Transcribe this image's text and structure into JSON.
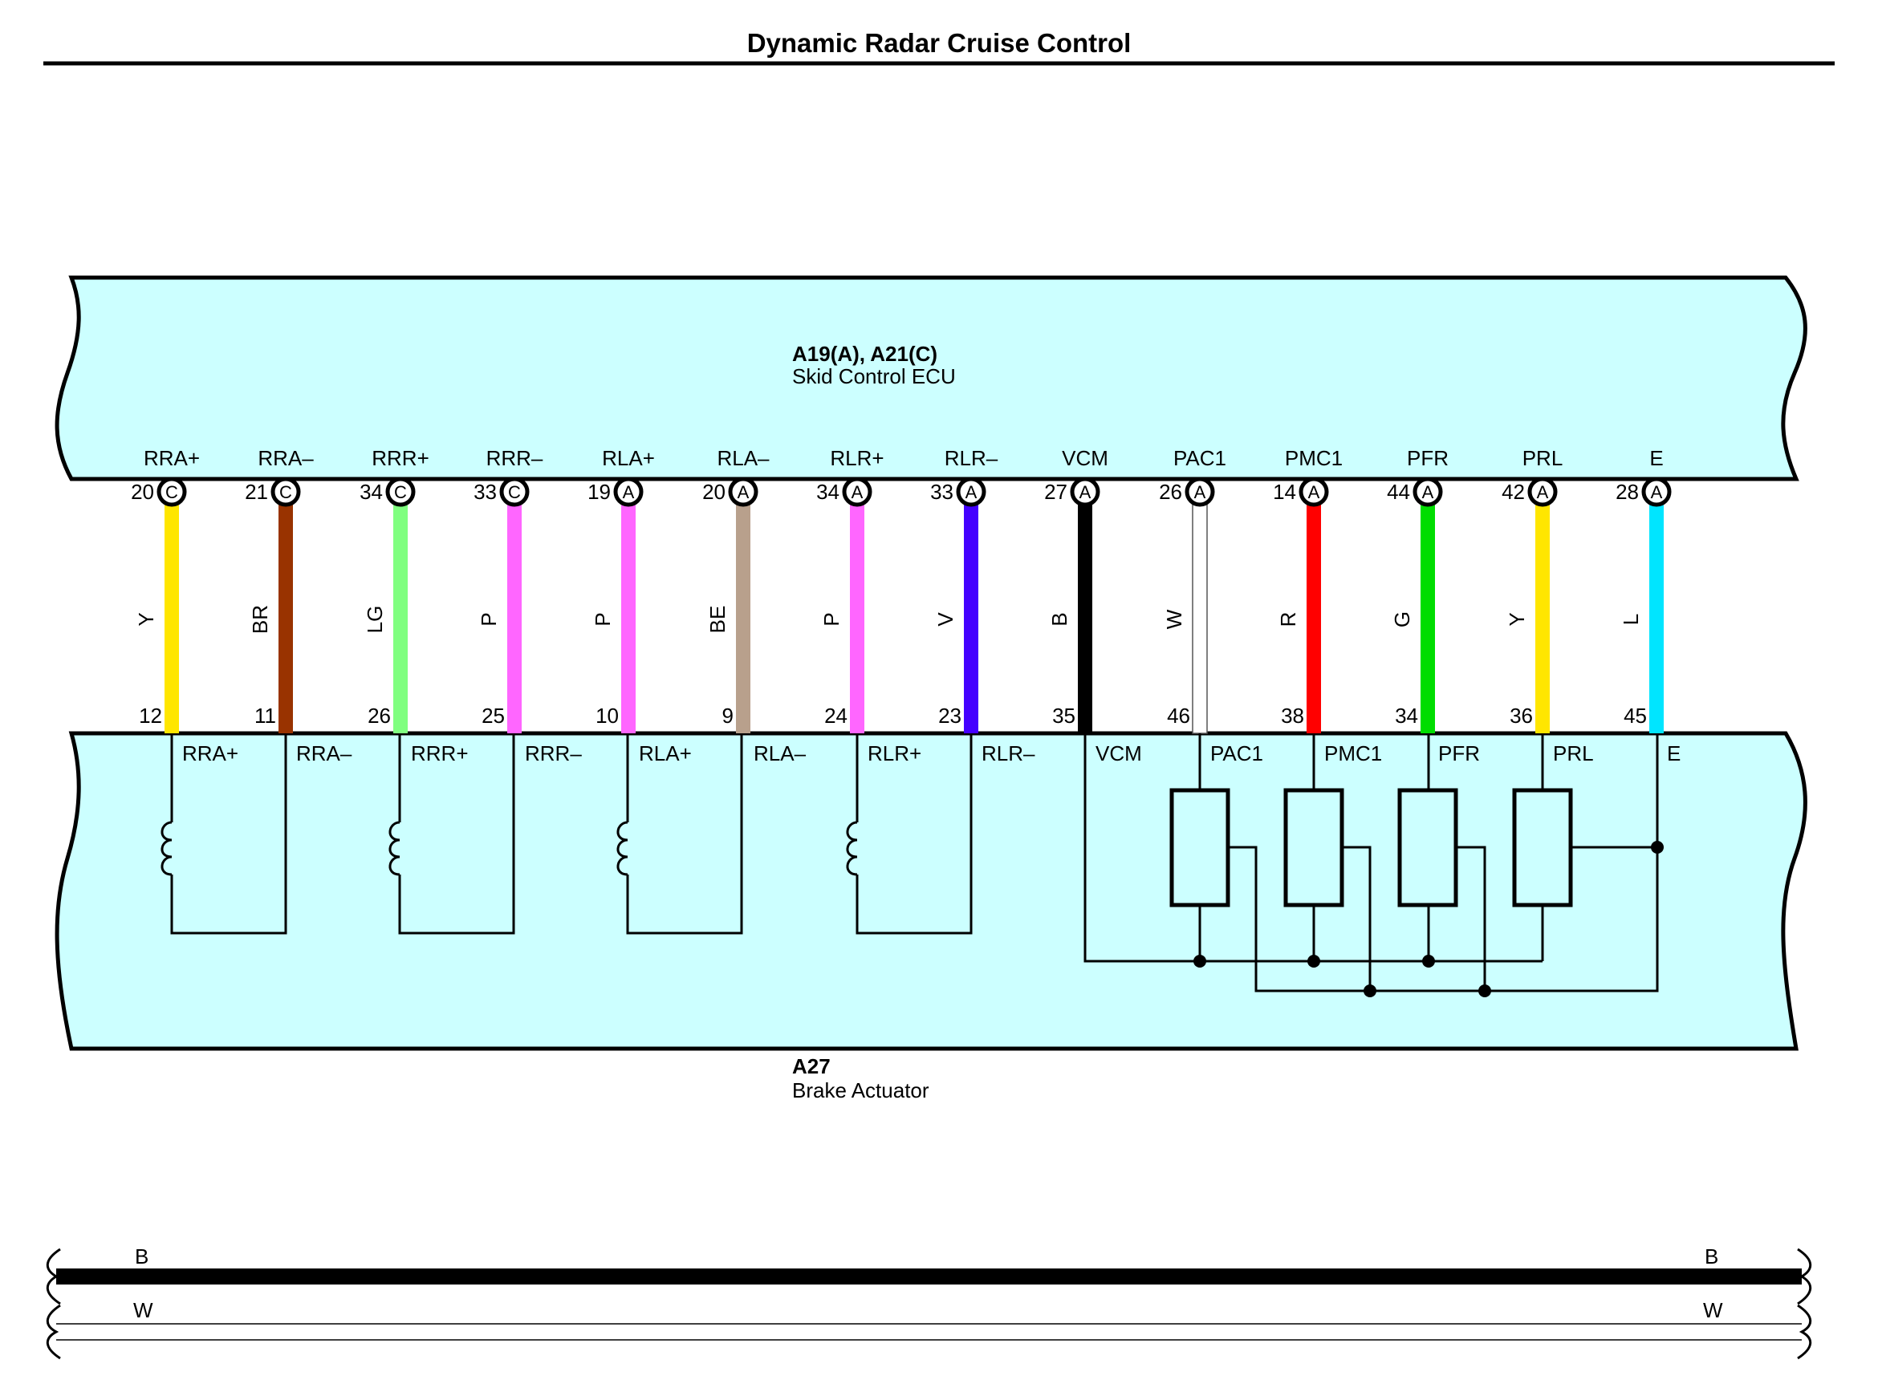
{
  "title": "Dynamic Radar Cruise Control",
  "ecu": {
    "code": "A19(A), A21(C)",
    "name": "Skid Control ECU"
  },
  "actuator": {
    "code": "A27",
    "name": "Brake Actuator"
  },
  "wires": [
    {
      "ecu_term": "RRA+",
      "conn": "C",
      "ecu_pin": "20",
      "color_code": "Y",
      "color": "#ffe600",
      "act_pin": "12",
      "act_term": "RRA+"
    },
    {
      "ecu_term": "RRA–",
      "conn": "C",
      "ecu_pin": "21",
      "color_code": "BR",
      "color": "#993300",
      "act_pin": "11",
      "act_term": "RRA–"
    },
    {
      "ecu_term": "RRR+",
      "conn": "C",
      "ecu_pin": "34",
      "color_code": "LG",
      "color": "#80ff80",
      "act_pin": "26",
      "act_term": "RRR+"
    },
    {
      "ecu_term": "RRR–",
      "conn": "C",
      "ecu_pin": "33",
      "color_code": "P",
      "color": "#ff66ff",
      "act_pin": "25",
      "act_term": "RRR–"
    },
    {
      "ecu_term": "RLA+",
      "conn": "A",
      "ecu_pin": "19",
      "color_code": "P",
      "color": "#ff66ff",
      "act_pin": "10",
      "act_term": "RLA+"
    },
    {
      "ecu_term": "RLA–",
      "conn": "A",
      "ecu_pin": "20",
      "color_code": "BE",
      "color": "#b8a08c",
      "act_pin": "9",
      "act_term": "RLA–"
    },
    {
      "ecu_term": "RLR+",
      "conn": "A",
      "ecu_pin": "34",
      "color_code": "P",
      "color": "#ff66ff",
      "act_pin": "24",
      "act_term": "RLR+"
    },
    {
      "ecu_term": "RLR–",
      "conn": "A",
      "ecu_pin": "33",
      "color_code": "V",
      "color": "#4400ff",
      "act_pin": "23",
      "act_term": "RLR–"
    },
    {
      "ecu_term": "VCM",
      "conn": "A",
      "ecu_pin": "27",
      "color_code": "B",
      "color": "#000000",
      "act_pin": "35",
      "act_term": "VCM"
    },
    {
      "ecu_term": "PAC1",
      "conn": "A",
      "ecu_pin": "26",
      "color_code": "W",
      "color": "#ffffff",
      "act_pin": "46",
      "act_term": "PAC1"
    },
    {
      "ecu_term": "PMC1",
      "conn": "A",
      "ecu_pin": "14",
      "color_code": "R",
      "color": "#ff0000",
      "act_pin": "38",
      "act_term": "PMC1"
    },
    {
      "ecu_term": "PFR",
      "conn": "A",
      "ecu_pin": "44",
      "color_code": "G",
      "color": "#00dd00",
      "act_pin": "34",
      "act_term": "PFR"
    },
    {
      "ecu_term": "PRL",
      "conn": "A",
      "ecu_pin": "42",
      "color_code": "Y",
      "color": "#ffe600",
      "act_pin": "36",
      "act_term": "PRL"
    },
    {
      "ecu_term": "E",
      "conn": "A",
      "ecu_pin": "28",
      "color_code": "L",
      "color": "#00e5ff",
      "act_pin": "45",
      "act_term": "E"
    }
  ],
  "legend": {
    "line_b": {
      "label_left": "B",
      "label_right": "B"
    },
    "line_w": {
      "label_left": "W",
      "label_right": "W"
    }
  },
  "colors": {
    "box_fill": "#ccffff",
    "line": "#000000"
  }
}
